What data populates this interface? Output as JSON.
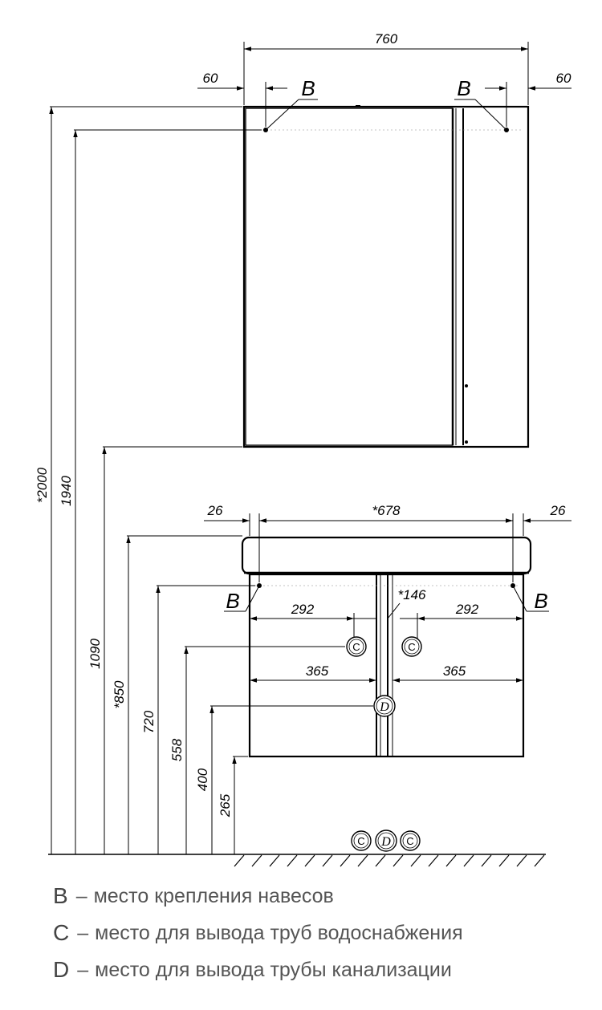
{
  "dimensions": {
    "top_width": "760",
    "top_left_offset": "60",
    "top_right_offset": "60",
    "base_width": "*678",
    "base_left_offset": "26",
    "base_right_offset": "26",
    "half_left_292": "292",
    "half_right_292": "292",
    "center_146": "*146",
    "half_left_365": "365",
    "half_right_365": "365",
    "h_2000": "*2000",
    "h_1940": "1940",
    "h_1090": "1090",
    "h_850": "*850",
    "h_720": "720",
    "h_558": "558",
    "h_400": "400",
    "h_265": "265"
  },
  "markers": {
    "b1": "B",
    "b2": "B",
    "b3": "B",
    "b4": "B",
    "c": "C",
    "d": "D"
  },
  "legend": [
    {
      "key": "B",
      "sep": "–",
      "text": "место крепления навесов"
    },
    {
      "key": "C",
      "sep": "–",
      "text": "место для вывода труб водоснабжения"
    },
    {
      "key": "D",
      "sep": "–",
      "text": "место для вывода трубы канализации"
    }
  ]
}
